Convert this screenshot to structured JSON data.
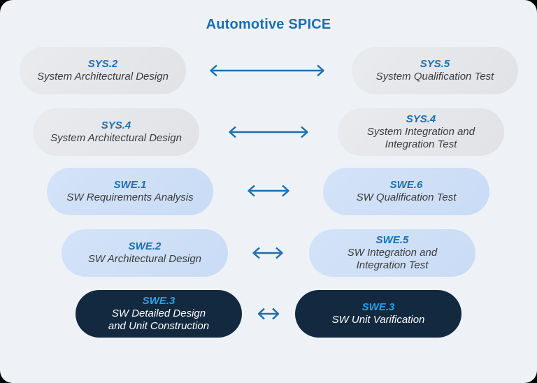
{
  "title": "Automotive SPICE",
  "colors": {
    "canvas": "#eef2f7",
    "page_behind": "#000000",
    "gray_pill": "#e4e6ea",
    "blue_pill": "#cdddf6",
    "navy_pill": "#12293f",
    "accent_blue": "#1b6fad",
    "bright_blue": "#2e9fe6",
    "text_dark": "#3b3b3b",
    "text_light": "#ffffff"
  },
  "rows": [
    {
      "left": {
        "code": "SYS.2",
        "name": "System Architectural Design"
      },
      "right": {
        "code": "SYS.5",
        "name": "System Qualification Test"
      }
    },
    {
      "left": {
        "code": "SYS.4",
        "name": "System Architectural Design"
      },
      "right": {
        "code": "SYS.4",
        "name": "System Integration and\nIntegration Test"
      }
    },
    {
      "left": {
        "code": "SWE.1",
        "name": "SW Requirements Analysis"
      },
      "right": {
        "code": "SWE.6",
        "name": "SW Qualification Test"
      }
    },
    {
      "left": {
        "code": "SWE.2",
        "name": "SW Architectural Design"
      },
      "right": {
        "code": "SWE.5",
        "name": "SW Integration and\nIntegration Test"
      }
    },
    {
      "left": {
        "code": "SWE.3",
        "name": "SW Detailed  Design\nand Unit Construction"
      },
      "right": {
        "code": "SWE.3",
        "name": "SW Unit Varification"
      }
    }
  ]
}
